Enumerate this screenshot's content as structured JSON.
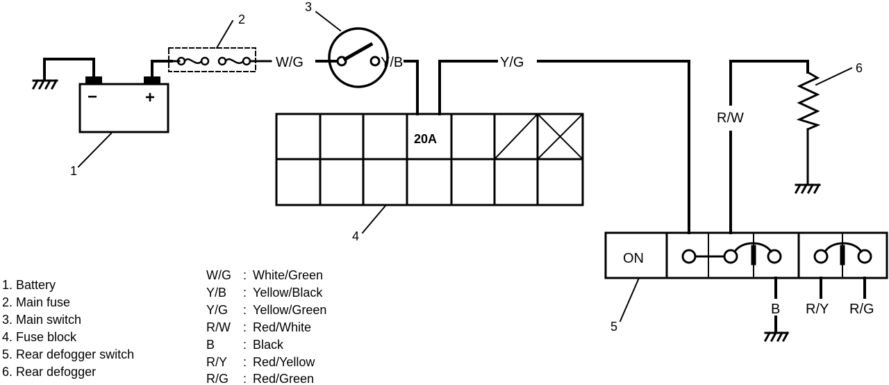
{
  "diagram": {
    "callouts": [
      "1",
      "2",
      "3",
      "4",
      "5",
      "6"
    ],
    "wires": {
      "wg": "W/G",
      "yb": "Y/B",
      "yg": "Y/G",
      "rw": "R/W",
      "b": "B",
      "ry": "R/Y",
      "rg": "R/G"
    },
    "battery": {
      "minus": "−",
      "plus": "+"
    },
    "fuse_block": {
      "rating": "20A"
    },
    "switch": {
      "on_label": "ON"
    }
  },
  "component_list": [
    "1. Battery",
    "2. Main fuse",
    "3. Main switch",
    "4. Fuse block",
    "5. Rear defogger switch",
    "6. Rear defogger"
  ],
  "color_legend": [
    {
      "code": "W/G",
      "sep": ":",
      "name": "White/Green"
    },
    {
      "code": "Y/B",
      "sep": ":",
      "name": "Yellow/Black"
    },
    {
      "code": "Y/G",
      "sep": ":",
      "name": "Yellow/Green"
    },
    {
      "code": "R/W",
      "sep": ":",
      "name": "Red/White"
    },
    {
      "code": "B",
      "sep": ":",
      "name": "Black"
    },
    {
      "code": "R/Y",
      "sep": ":",
      "name": "Red/Yellow"
    },
    {
      "code": "R/G",
      "sep": ":",
      "name": "Red/Green"
    }
  ]
}
